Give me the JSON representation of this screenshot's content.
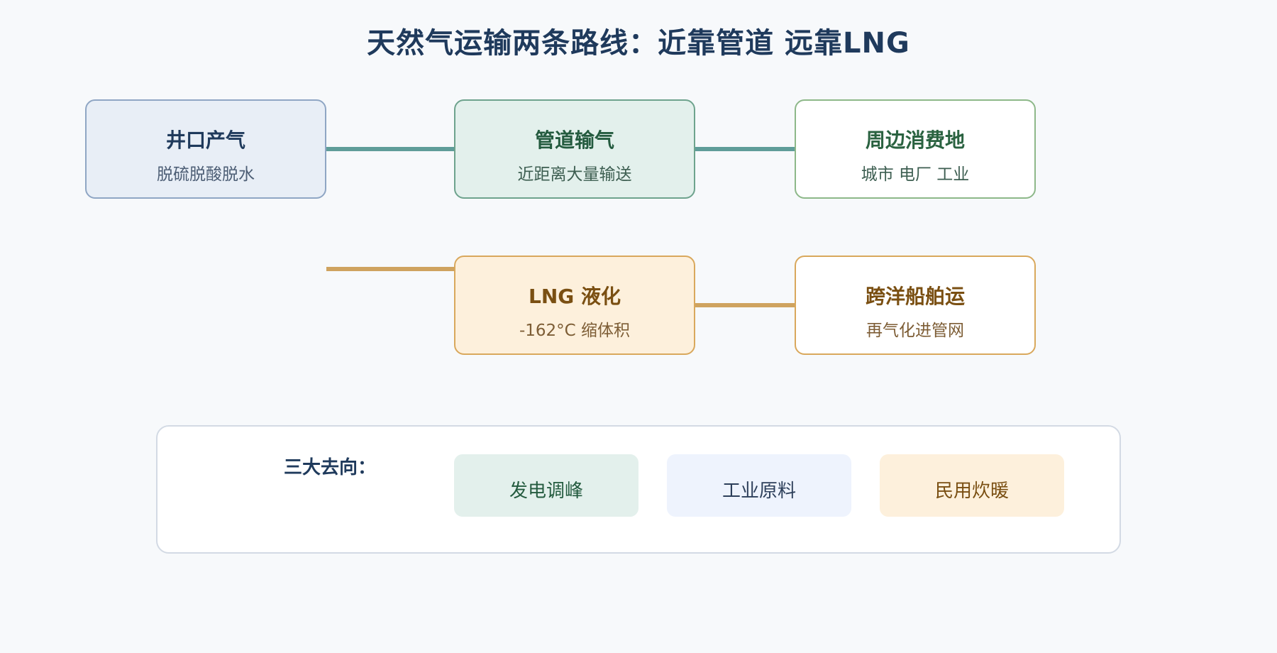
{
  "title": "天然气运输两条路线：近靠管道 远靠LNG",
  "nodes": {
    "well": {
      "title": "井口产气",
      "sub": "脱硫脱酸脱水"
    },
    "pipeline": {
      "title": "管道输气",
      "sub": "近距离大量输送"
    },
    "consumer": {
      "title": "周边消费地",
      "sub": "城市 电厂 工业"
    },
    "lng": {
      "title": "LNG 液化",
      "sub": "-162°C 缩体积"
    },
    "shipping": {
      "title": "跨洋船舶运",
      "sub": "再气化进管网"
    }
  },
  "destinations": {
    "label": "三大去向：",
    "items": [
      "发电调峰",
      "工业原料",
      "民用炊暖"
    ]
  },
  "colors": {
    "pipeline_route": "#5f9d99",
    "lng_route": "#cfa35f",
    "title": "#1f3a5c"
  }
}
